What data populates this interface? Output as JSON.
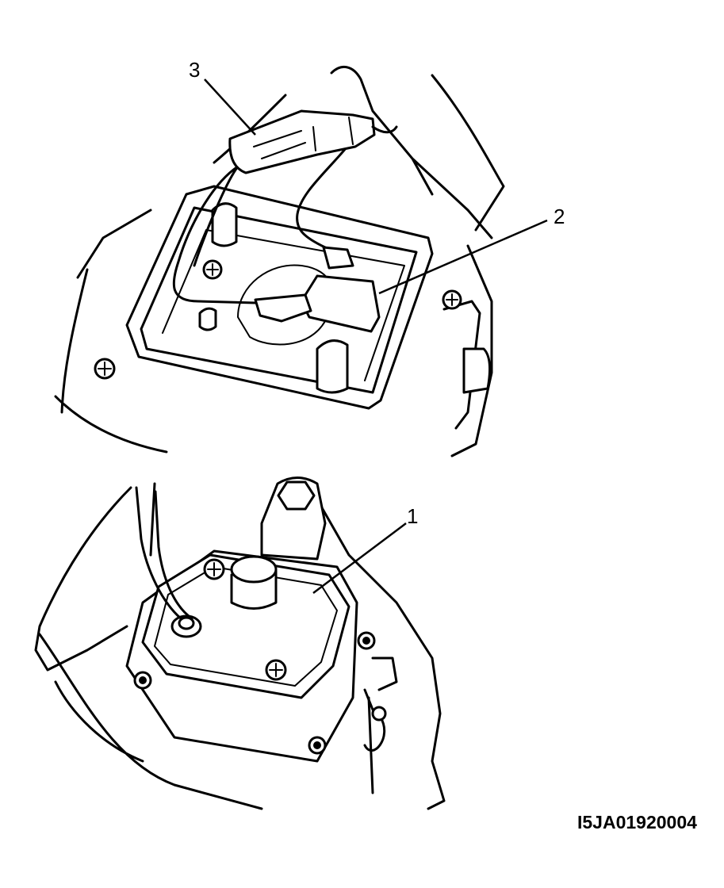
{
  "callouts": {
    "c1": "1",
    "c2": "2",
    "c3": "3"
  },
  "figure_id": "I5JA01920004",
  "colors": {
    "ink": "#000000",
    "paper": "#ffffff"
  }
}
